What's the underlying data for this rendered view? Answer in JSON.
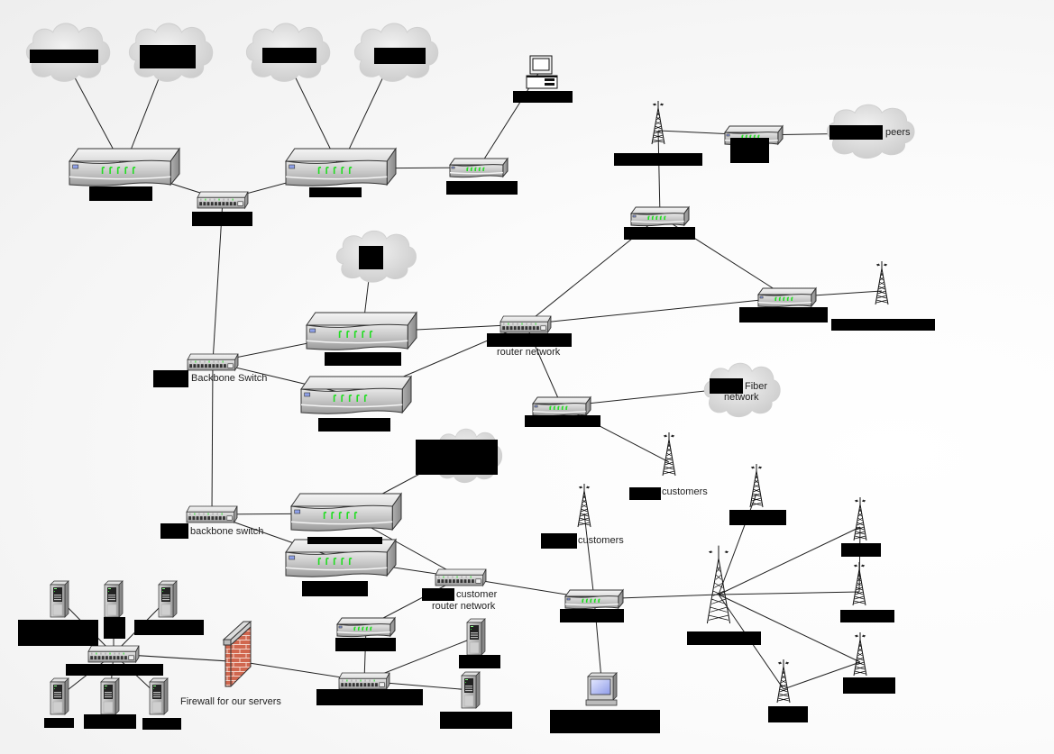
{
  "diagram": {
    "title": "Network topology diagram",
    "colors": {
      "background": "#f4f4f4",
      "edge": "#222222",
      "redaction": "#000000",
      "led": "#22dd22",
      "firewall_brick": "#d0674f",
      "monitor_screen": "#aab4f0"
    },
    "nodes": [
      {
        "id": "cloud1",
        "type": "cloud",
        "label": "",
        "redacted": true
      },
      {
        "id": "cloud2",
        "type": "cloud",
        "label": "",
        "redacted": true
      },
      {
        "id": "cloud3",
        "type": "cloud",
        "label": "",
        "redacted": true
      },
      {
        "id": "cloud4",
        "type": "cloud",
        "label": "",
        "redacted": true
      },
      {
        "id": "router_big1",
        "type": "router-large",
        "label": "",
        "redacted": true
      },
      {
        "id": "router_big2",
        "type": "router-large",
        "label": "",
        "redacted": true
      },
      {
        "id": "switch_top",
        "type": "switch",
        "label": "",
        "redacted": true
      },
      {
        "id": "router_small_top",
        "type": "router-small",
        "label": "",
        "redacted": true
      },
      {
        "id": "desktop_top",
        "type": "desktop",
        "label": "",
        "redacted": true
      },
      {
        "id": "tower_top",
        "type": "tower",
        "label": "",
        "redacted": true
      },
      {
        "id": "router_peers",
        "type": "router-small",
        "label": "",
        "redacted": true
      },
      {
        "id": "cloud_peers",
        "type": "cloud",
        "label": "peers",
        "redacted": true
      },
      {
        "id": "router_mid_right",
        "type": "router-small",
        "label": "",
        "redacted": true
      },
      {
        "id": "cloud_mid",
        "type": "cloud",
        "label": "",
        "redacted": true
      },
      {
        "id": "router_core1",
        "type": "router-large",
        "label": "",
        "redacted": true
      },
      {
        "id": "router_core2",
        "type": "router-large",
        "label": "",
        "redacted": true
      },
      {
        "id": "switch_router_net",
        "type": "switch",
        "label": "router network",
        "redacted": true
      },
      {
        "id": "router_right",
        "type": "router-small",
        "label": "",
        "redacted": true
      },
      {
        "id": "tower_right",
        "type": "tower",
        "label": "",
        "redacted": true
      },
      {
        "id": "backbone_switch",
        "type": "switch",
        "label": "Backbone Switch",
        "redacted": true
      },
      {
        "id": "router_fiber",
        "type": "router-small",
        "label": "",
        "redacted": true
      },
      {
        "id": "cloud_fiber",
        "type": "cloud",
        "label": "Fiber network",
        "redacted": true
      },
      {
        "id": "tower_customers1",
        "type": "tower",
        "label": "customers",
        "redacted": true
      },
      {
        "id": "cloud_lower",
        "type": "cloud",
        "label": "",
        "redacted": true
      },
      {
        "id": "backbone_switch2",
        "type": "switch",
        "label": "backbone switch",
        "redacted": true
      },
      {
        "id": "router_core3",
        "type": "router-large",
        "label": "",
        "redacted": true
      },
      {
        "id": "router_core4",
        "type": "router-large",
        "label": "",
        "redacted": true
      },
      {
        "id": "switch_customer",
        "type": "switch",
        "label": "customer router network",
        "redacted": true
      },
      {
        "id": "tower_customers2",
        "type": "tower",
        "label": "customers",
        "redacted": true
      },
      {
        "id": "router_wireless",
        "type": "router-small",
        "label": "",
        "redacted": true
      },
      {
        "id": "tower_hub",
        "type": "tower",
        "label": "",
        "redacted": true
      },
      {
        "id": "tower_a",
        "type": "tower",
        "label": "",
        "redacted": true
      },
      {
        "id": "tower_b",
        "type": "tower",
        "label": "",
        "redacted": true
      },
      {
        "id": "tower_c",
        "type": "tower",
        "label": "",
        "redacted": true
      },
      {
        "id": "tower_d",
        "type": "tower",
        "label": "",
        "redacted": true
      },
      {
        "id": "tower_e",
        "type": "tower",
        "label": "",
        "redacted": true
      },
      {
        "id": "laptop_bottom",
        "type": "workstation",
        "label": "",
        "redacted": true
      },
      {
        "id": "router_lan",
        "type": "router-small",
        "label": "",
        "redacted": true
      },
      {
        "id": "switch_lan",
        "type": "switch",
        "label": "",
        "redacted": true
      },
      {
        "id": "server_lan1",
        "type": "server",
        "label": "",
        "redacted": true
      },
      {
        "id": "server_lan2",
        "type": "server",
        "label": "",
        "redacted": true
      },
      {
        "id": "firewall",
        "type": "firewall",
        "label": "Firewall for our servers",
        "redacted": false
      },
      {
        "id": "switch_servers",
        "type": "switch",
        "label": "",
        "redacted": true
      },
      {
        "id": "server1",
        "type": "server",
        "label": "",
        "redacted": true
      },
      {
        "id": "server2",
        "type": "server",
        "label": "",
        "redacted": true
      },
      {
        "id": "server3",
        "type": "server",
        "label": "",
        "redacted": true
      },
      {
        "id": "server4",
        "type": "server",
        "label": "",
        "redacted": true
      },
      {
        "id": "server5",
        "type": "server",
        "label": "",
        "redacted": true
      },
      {
        "id": "server6",
        "type": "server",
        "label": "",
        "redacted": true
      }
    ],
    "edges": [
      [
        "cloud1",
        "router_big1"
      ],
      [
        "cloud2",
        "router_big1"
      ],
      [
        "cloud3",
        "router_big2"
      ],
      [
        "cloud4",
        "router_big2"
      ],
      [
        "router_big1",
        "switch_top"
      ],
      [
        "switch_top",
        "router_big2"
      ],
      [
        "router_big2",
        "router_small_top"
      ],
      [
        "router_small_top",
        "desktop_top"
      ],
      [
        "switch_top",
        "backbone_switch"
      ],
      [
        "tower_top",
        "router_peers"
      ],
      [
        "router_peers",
        "cloud_peers"
      ],
      [
        "tower_top",
        "router_mid_right"
      ],
      [
        "router_mid_right",
        "switch_router_net"
      ],
      [
        "router_mid_right",
        "router_right"
      ],
      [
        "router_right",
        "tower_right"
      ],
      [
        "cloud_mid",
        "router_core1"
      ],
      [
        "backbone_switch",
        "router_core1"
      ],
      [
        "backbone_switch",
        "router_core2"
      ],
      [
        "router_core1",
        "switch_router_net"
      ],
      [
        "router_core2",
        "switch_router_net"
      ],
      [
        "switch_router_net",
        "router_right"
      ],
      [
        "switch_router_net",
        "router_fiber"
      ],
      [
        "router_fiber",
        "cloud_fiber"
      ],
      [
        "router_fiber",
        "tower_customers1"
      ],
      [
        "backbone_switch",
        "backbone_switch2"
      ],
      [
        "backbone_switch2",
        "router_core3"
      ],
      [
        "backbone_switch2",
        "router_core4"
      ],
      [
        "router_core3",
        "cloud_lower"
      ],
      [
        "router_core3",
        "switch_customer"
      ],
      [
        "router_core4",
        "switch_customer"
      ],
      [
        "switch_customer",
        "router_wireless"
      ],
      [
        "switch_customer",
        "router_lan"
      ],
      [
        "tower_customers2",
        "router_wireless"
      ],
      [
        "router_wireless",
        "tower_hub"
      ],
      [
        "router_wireless",
        "laptop_bottom"
      ],
      [
        "tower_hub",
        "tower_a"
      ],
      [
        "tower_hub",
        "tower_b"
      ],
      [
        "tower_hub",
        "tower_c"
      ],
      [
        "tower_hub",
        "tower_d"
      ],
      [
        "tower_hub",
        "tower_e"
      ],
      [
        "tower_b",
        "tower_c"
      ],
      [
        "tower_d",
        "tower_e"
      ],
      [
        "router_lan",
        "switch_lan"
      ],
      [
        "switch_lan",
        "server_lan1"
      ],
      [
        "switch_lan",
        "server_lan2"
      ],
      [
        "switch_lan",
        "firewall"
      ],
      [
        "firewall",
        "switch_servers"
      ],
      [
        "switch_servers",
        "server1"
      ],
      [
        "switch_servers",
        "server2"
      ],
      [
        "switch_servers",
        "server3"
      ],
      [
        "switch_servers",
        "server4"
      ],
      [
        "switch_servers",
        "server5"
      ],
      [
        "switch_servers",
        "server6"
      ]
    ]
  },
  "labels": {
    "peers": "peers",
    "router_network": "router network",
    "backbone_switch": "Backbone Switch",
    "fiber_line1": "Fiber",
    "fiber_line2": "network",
    "customers1": "customers",
    "customers2": "customers",
    "backbone_switch2": "backbone switch",
    "customer_line1": "customer",
    "customer_line2": "router network",
    "firewall": "Firewall for our servers"
  }
}
